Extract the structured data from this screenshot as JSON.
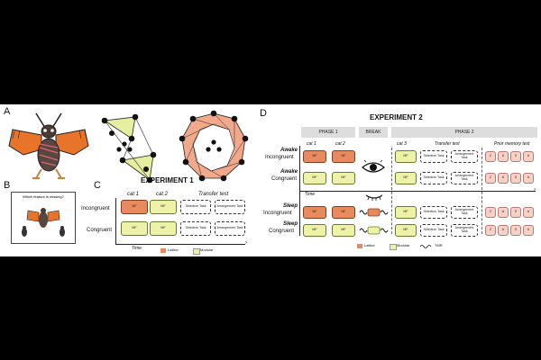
{
  "panel_letters": {
    "a": "A",
    "b": "B",
    "c": "C",
    "d": "D"
  },
  "panel_b": {
    "question": "Which feature is missing?"
  },
  "exp1": {
    "title": "EXPERIMENT 1",
    "col_cat1": "cat 1",
    "col_cat2": "cat 2",
    "col_transfer": "Transfer test",
    "row_incongruent": "Incongruent",
    "row_congruent": "Congruent",
    "mf": "MF",
    "selection": "Selection Task",
    "arrangement": "Arrangement Task",
    "time": "Time",
    "legend_lattice": "Lattice",
    "legend_modular": "Modular"
  },
  "exp2": {
    "title": "EXPERIMENT 2",
    "phase1": "PHASE 1",
    "break": "BREAK",
    "phase2": "PHASE 2",
    "col_cat1": "cat 1",
    "col_cat2": "cat 2",
    "col_cat3": "cat 3",
    "col_transfer": "Transfer test",
    "col_prior": "Prior memory test",
    "awake": "Awake",
    "sleep": "Sleep",
    "incongruent": "Incongruent",
    "congruent": "Congruent",
    "mf": "MF",
    "selection": "Selection Task",
    "arrangement": "Arrangement Task",
    "time": "Time",
    "prior_letters_1": [
      "Z",
      "A",
      "S",
      "A"
    ],
    "prior_letters_2": [
      "Z",
      "A",
      "S",
      "A"
    ],
    "prior_letters_3": [
      "Z",
      "A",
      "S",
      "A"
    ],
    "prior_letters_4": [
      "Z",
      "A",
      "S",
      "A"
    ],
    "legend_lattice": "Lattice",
    "legend_modular": "Modular",
    "legend_tmr": "TMR"
  },
  "colors": {
    "lattice": "#e98a5e",
    "modular": "#eef2a8",
    "background": "#000000",
    "panel": "#ffffff"
  }
}
